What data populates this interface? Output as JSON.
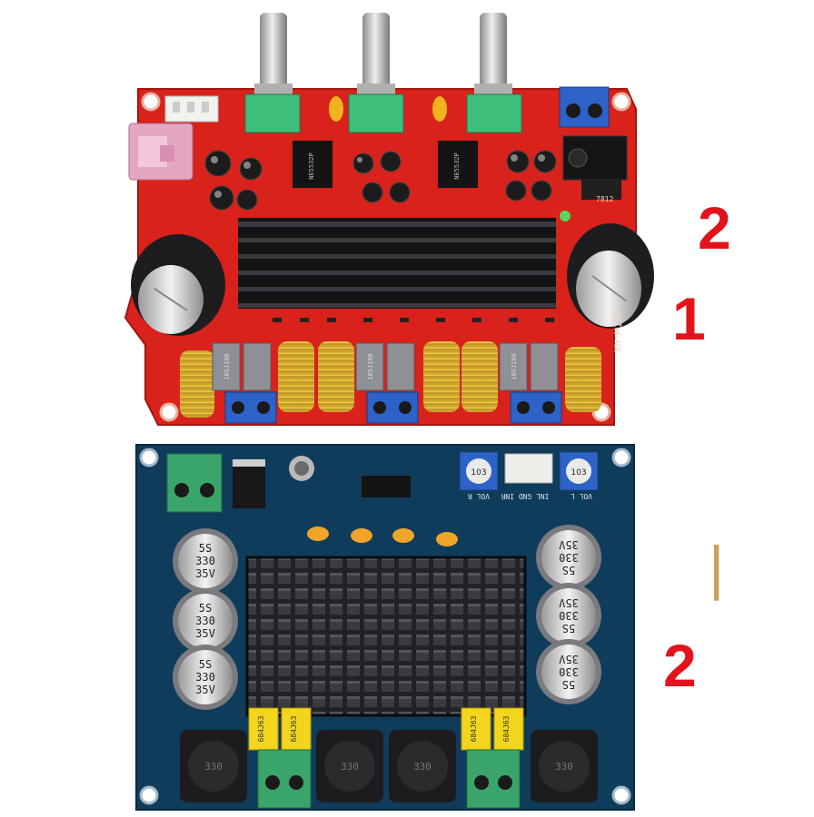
{
  "labels": {
    "top_right_a": "2",
    "top_right_b": "1",
    "bottom_right_a": "|",
    "bottom_right_b": "2"
  },
  "board_top": {
    "model_mark": "XH-M139",
    "cap_text": "105J100",
    "chip_text": "NE5532P",
    "regulator": "7812"
  },
  "board_bottom": {
    "cap_marks": [
      "5S",
      "330",
      "35V"
    ],
    "film_cap": "684J63",
    "inductor": "330",
    "header": "INL GND INR",
    "pot_label_left": "VOL R",
    "pot_label_right": "VOL L",
    "pot_value": "103"
  },
  "colors": {
    "red_pcb": "#d8221b",
    "blue_pcb": "#0f3c5a",
    "heatsink": "#1a1a1c",
    "accent_label": "#e3131b"
  }
}
